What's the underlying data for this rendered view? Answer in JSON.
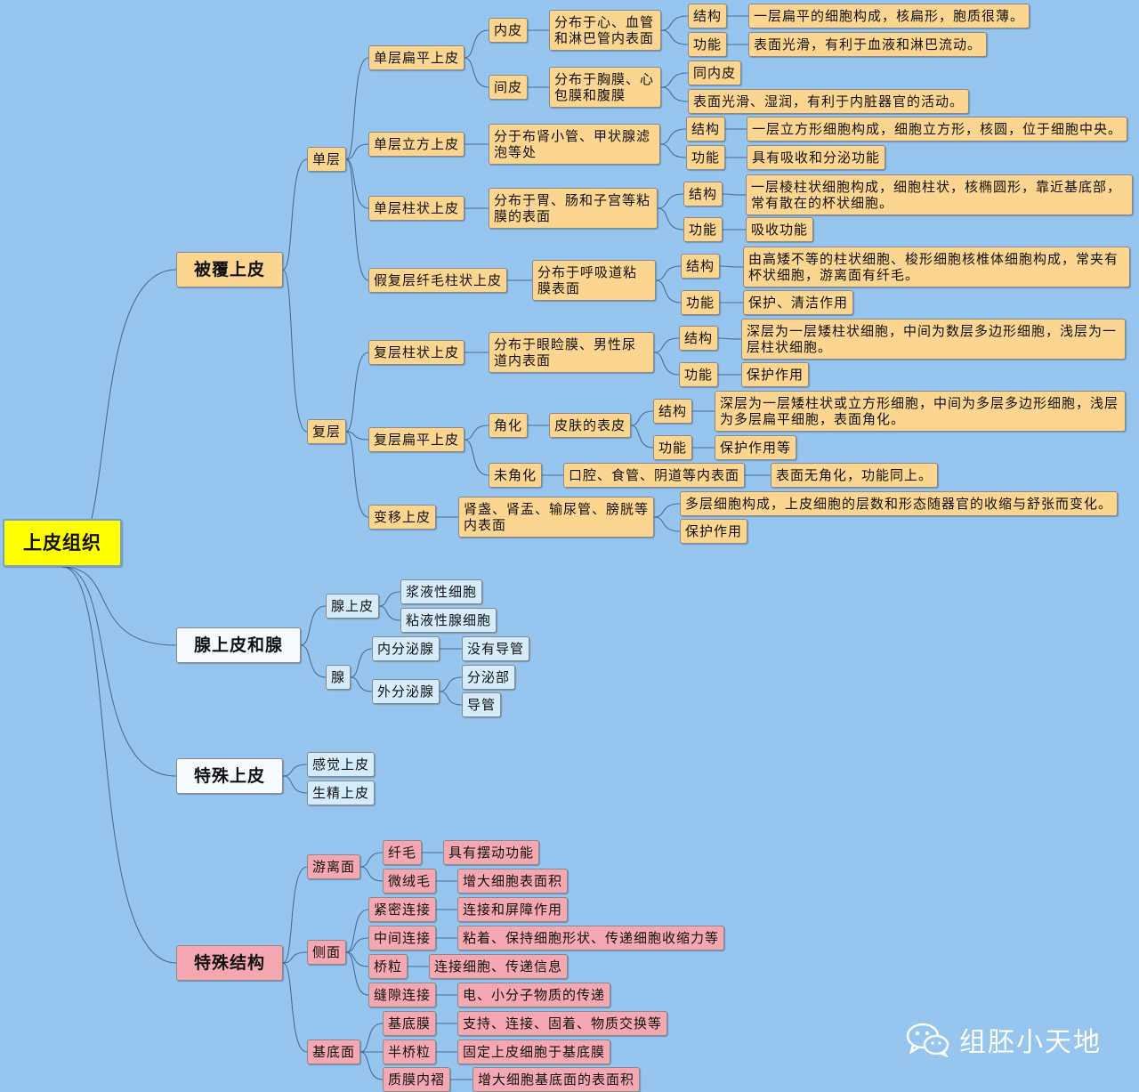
{
  "root": "上皮组织",
  "covering": {
    "title": "被覆上皮",
    "single": {
      "label": "单层",
      "simple_squamous": {
        "label": "单层扁平上皮",
        "endothelium": {
          "label": "内皮",
          "dist": "分布于心、血管和淋巴管内表面",
          "structure_label": "结构",
          "structure": "一层扁平的细胞构成，核扁形，胞质很薄。",
          "function_label": "功能",
          "function": "表面光滑，有利于血液和淋巴流动。"
        },
        "mesothelium": {
          "label": "间皮",
          "dist": "分布于胸膜、心包膜和腹膜",
          "same": "同内皮",
          "function": "表面光滑、湿润，有利于内脏器官的活动。"
        }
      },
      "simple_cuboidal": {
        "label": "单层立方上皮",
        "dist": "分于布肾小管、甲状腺滤泡等处",
        "structure_label": "结构",
        "structure": "一层立方形细胞构成，细胞立方形，核圆，位于细胞中央。",
        "function_label": "功能",
        "function": "具有吸收和分泌功能"
      },
      "simple_columnar": {
        "label": "单层柱状上皮",
        "dist": "分布于胃、肠和子宫等粘膜的表面",
        "structure_label": "结构",
        "structure": "一层棱柱状细胞构成，细胞柱状，核椭圆形，靠近基底部，常有散在的杯状细胞。",
        "function_label": "功能",
        "function": "吸收功能"
      },
      "pseudostratified": {
        "label": "假复层纤毛柱状上皮",
        "dist": "分布于呼吸道粘膜表面",
        "structure_label": "结构",
        "structure": "由高矮不等的柱状细胞、梭形细胞核椎体细胞构成，常夹有杯状细胞，游离面有纤毛。",
        "function_label": "功能",
        "function": "保护、清洁作用"
      }
    },
    "stratified": {
      "label": "复层",
      "columnar": {
        "label": "复层柱状上皮",
        "dist": "分布于眼睑膜、男性尿道内表面",
        "structure_label": "结构",
        "structure": "深层为一层矮柱状细胞，中间为数层多边形细胞，浅层为一层柱状细胞。",
        "function_label": "功能",
        "function": "保护作用"
      },
      "squamous": {
        "label": "复层扁平上皮",
        "keratinized": {
          "label": "角化",
          "dist": "皮肤的表皮",
          "structure_label": "结构",
          "structure": "深层为一层矮柱状或立方形细胞，中间为多层多边形细胞，浅层为多层扁平细胞，表面角化。",
          "function_label": "功能",
          "function": "保护作用等"
        },
        "nonkeratinized": {
          "label": "未角化",
          "dist": "口腔、食管、阴道等内表面",
          "note": "表面无角化，功能同上。"
        }
      },
      "transitional": {
        "label": "变移上皮",
        "dist": "肾盏、肾盂、输尿管、膀胱等内表面",
        "structure": "多层细胞构成，上皮细胞的层数和形态随器官的收缩与舒张而变化。",
        "function": "保护作用"
      }
    }
  },
  "glandular": {
    "title": "腺上皮和腺",
    "epithelium": {
      "label": "腺上皮",
      "serous": "浆液性细胞",
      "mucous": "粘液性腺细胞"
    },
    "gland": {
      "label": "腺",
      "endocrine": {
        "label": "内分泌腺",
        "desc": "没有导管"
      },
      "exocrine": {
        "label": "外分泌腺",
        "secretory": "分泌部",
        "duct": "导管"
      }
    }
  },
  "special_epithelium": {
    "title": "特殊上皮",
    "sensory": "感觉上皮",
    "germinal": "生精上皮"
  },
  "special_structure": {
    "title": "特殊结构",
    "free_surface": {
      "label": "游离面",
      "cilia": {
        "label": "纤毛",
        "desc": "具有摆动功能"
      },
      "microvilli": {
        "label": "微绒毛",
        "desc": "增大细胞表面积"
      }
    },
    "lateral": {
      "label": "侧面",
      "tight": {
        "label": "紧密连接",
        "desc": "连接和屏障作用"
      },
      "intermediate": {
        "label": "中间连接",
        "desc": "粘着、保持细胞形状、传递细胞收缩力等"
      },
      "desmosome": {
        "label": "桥粒",
        "desc": "连接细胞、传递信息"
      },
      "gap": {
        "label": "缝隙连接",
        "desc": "电、小分子物质的传递"
      }
    },
    "basal": {
      "label": "基底面",
      "basement_membrane": {
        "label": "基底膜",
        "desc": "支持、连接、固着、物质交换等"
      },
      "hemidesmosome": {
        "label": "半桥粒",
        "desc": "固定上皮细胞于基底膜"
      },
      "infolding": {
        "label": "质膜内褶",
        "desc": "增大细胞基底面的表面积"
      }
    }
  },
  "watermark": "组胚小天地"
}
